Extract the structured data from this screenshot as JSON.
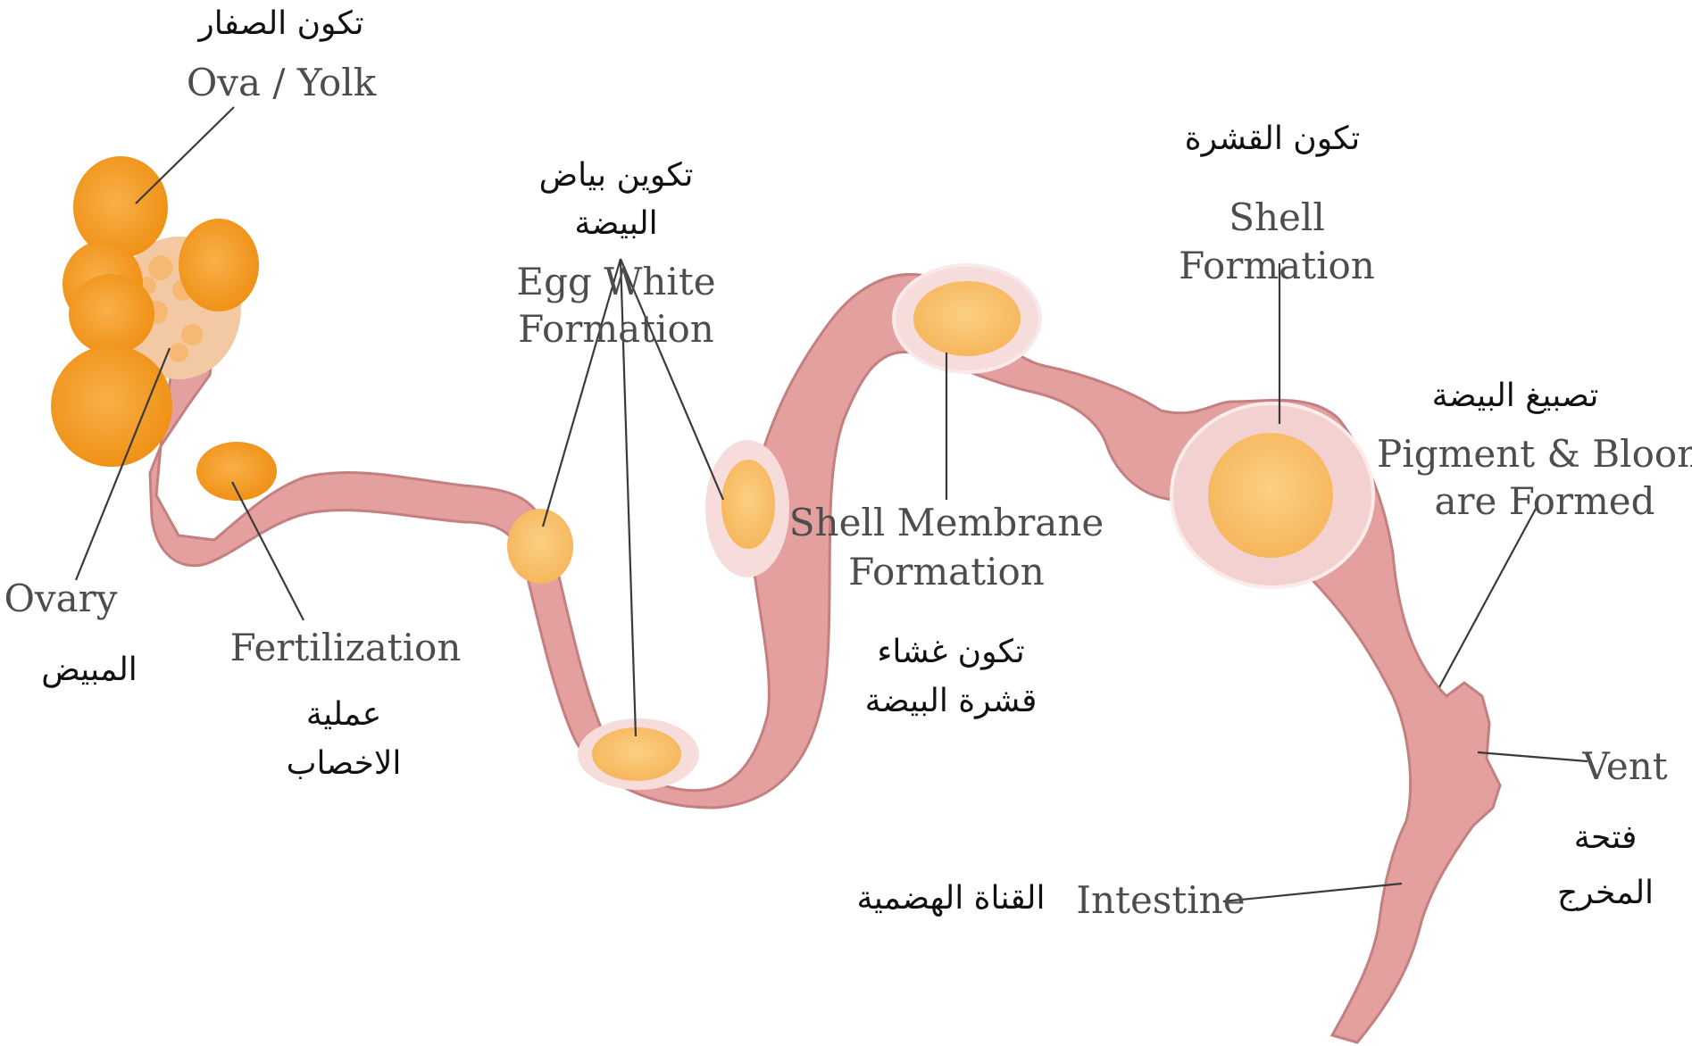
{
  "colors": {
    "tract": "#e4a09f",
    "tract_outline": "#c47f80",
    "yolk": "#f2981e",
    "yolk_light": "#f8c372",
    "albumen": "#f6dcda",
    "text_en": "#4d4d4d",
    "text_ar": "#111111"
  },
  "labels": {
    "ova_ar": "تكون الصفار",
    "ova_en": "Ova / Yolk",
    "ovary_en": "Ovary",
    "ovary_ar": "المبيض",
    "fertilization_en": "Fertilization",
    "fertilization_ar_1": "عملية",
    "fertilization_ar_2": "الاخصاب",
    "egg_white_ar_1": "تكوين بياض",
    "egg_white_ar_2": "البيضة",
    "egg_white_en_1": "Egg White",
    "egg_white_en_2": "Formation",
    "shell_membrane_en_1": "Shell Membrane",
    "shell_membrane_en_2": "Formation",
    "shell_membrane_ar_1": "تكون غشاء",
    "shell_membrane_ar_2": "قشرة البيضة",
    "shell_ar": "تكون القشرة",
    "shell_en_1": "Shell",
    "shell_en_2": "Formation",
    "pigment_ar": "تصبيغ البيضة",
    "pigment_en_1": "Pigment & Bloom",
    "pigment_en_2": "are Formed",
    "vent_en": "Vent",
    "vent_ar_1": "فتحة",
    "vent_ar_2": "المخرج",
    "intestine_en": "Intestine",
    "intestine_ar": "القناة الهضمية"
  }
}
